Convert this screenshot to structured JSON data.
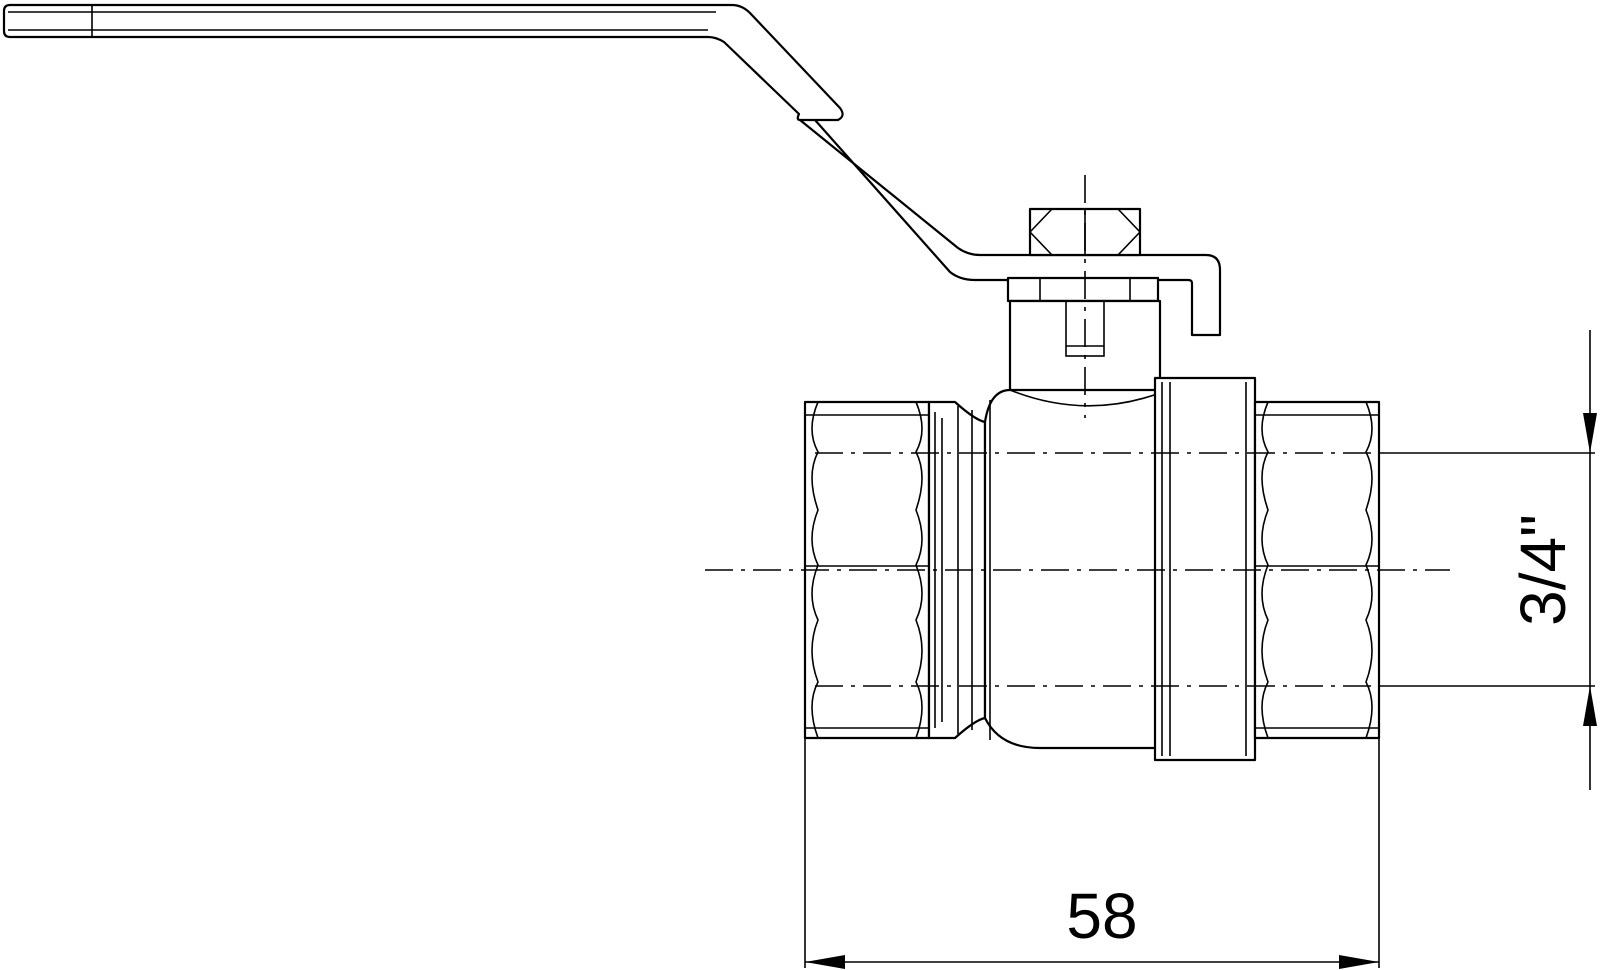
{
  "drawing": {
    "subject": "ball-valve",
    "dimensions": {
      "length_label": "58",
      "thread_label": "3/4\""
    },
    "colors": {
      "line": "#000000",
      "background": "#ffffff"
    }
  }
}
